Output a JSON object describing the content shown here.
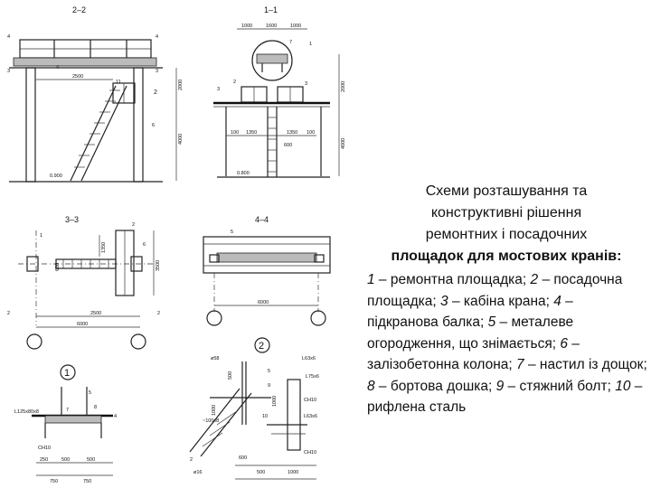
{
  "caption": {
    "title_lines": [
      "Схеми розташування та",
      "конструктивні рішення",
      "ремонтних і посадочних",
      "площадок для мостових кранів:"
    ],
    "legend": [
      {
        "n": "1",
        "t": " – ремонтна площадка;"
      },
      {
        "n": "2",
        "t": " – посадочна площадка; "
      },
      {
        "n": "3",
        "t": " – кабіна крана; "
      },
      {
        "n": "4",
        "t": " – підкранова балка;"
      },
      {
        "n": "5",
        "t": " – металеве огородження, що знімається; "
      },
      {
        "n": "6",
        "t": " – залізобетонна колона; "
      },
      {
        "n": "7",
        "t": " – настил із дощок;"
      },
      {
        "n": "8",
        "t": " – бортова дошка; "
      },
      {
        "n": "9",
        "t": " – стяжний болт; "
      },
      {
        "n": "10",
        "t": " – рифлена сталь"
      }
    ]
  },
  "drawing": {
    "sections": {
      "s22": "2–2",
      "s11": "1–1",
      "s33": "3–3",
      "s44": "4–4"
    },
    "callouts": {
      "c1": "1",
      "c2": "2"
    },
    "dims": {
      "d1000a": "1000",
      "d1600": "1600",
      "d1000b": "1000",
      "d2500": "2500",
      "d2000a": "2000",
      "d2000b": "2000",
      "d4000a": "4000",
      "d4000b": "4000",
      "e0900": "0.900",
      "e0800": "0.800",
      "d100a": "100",
      "d1350a": "1350",
      "d1350b": "1350",
      "d100b": "100",
      "d600a": "600",
      "d1350c": "1350",
      "d3500": "3500",
      "d600b": "600",
      "d2500b": "2500",
      "d6000a": "6000",
      "d6000b": "6000",
      "d250": "250",
      "d500a": "500",
      "d500b": "500",
      "d750a": "750",
      "d750b": "750",
      "d500c": "500",
      "d1000c": "1000",
      "d1000d": "1000",
      "d600c": "600",
      "d500d": "500",
      "d1000e": "1000"
    },
    "tags": {
      "cn10a": "СН10",
      "cn10b": "СН10",
      "cn10c": "СН10",
      "l125": "L125x80x8",
      "l636a": "L63x6",
      "l636b": "L63x6",
      "l756": "L75x6",
      "d16": "ø16",
      "d58": "ø58",
      "r": "~100x8"
    },
    "parts": {
      "p1": "1",
      "p2": "2",
      "p3": "3",
      "p4": "4",
      "p5": "5",
      "p6": "6",
      "p7": "7",
      "p8": "8",
      "p9": "9",
      "p10": "10",
      "p11": "11"
    }
  }
}
